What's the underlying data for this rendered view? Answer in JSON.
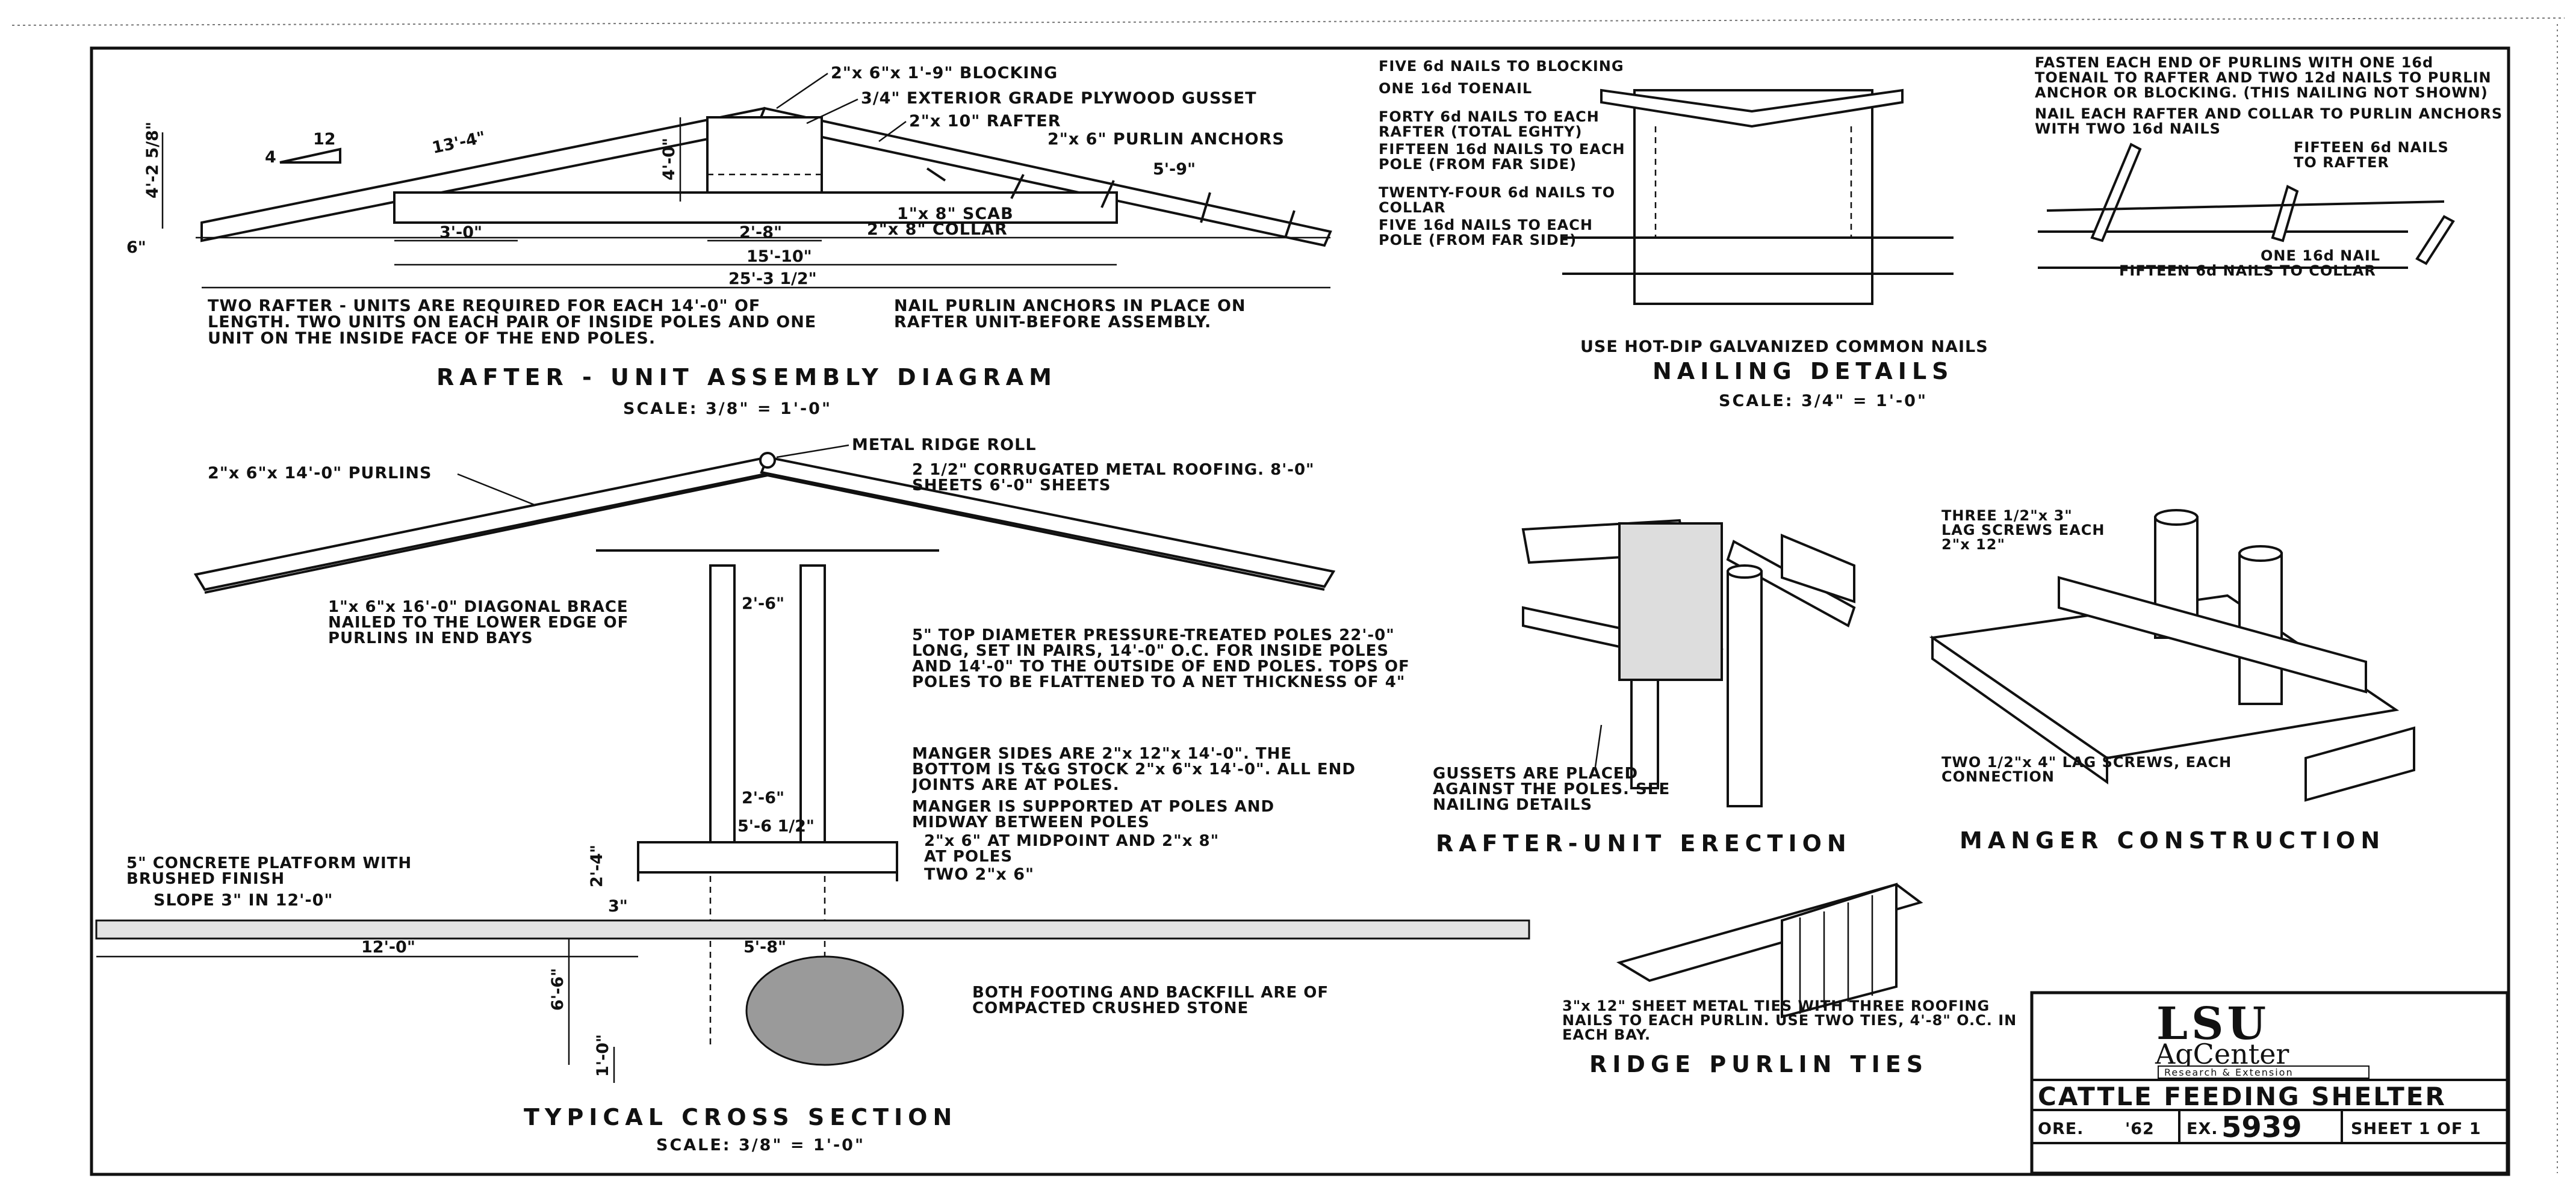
{
  "rafter_assembly": {
    "title": "RAFTER - UNIT ASSEMBLY DIAGRAM",
    "scale": "SCALE: 3/8\" = 1'-0\"",
    "callouts": {
      "blocking": "2\"x 6\"x 1'-9\" BLOCKING",
      "gusset": "3/4\" EXTERIOR GRADE PLYWOOD GUSSET",
      "rafter": "2\"x 10\" RAFTER",
      "purlin_anchors": "2\"x 6\" PURLIN ANCHORS",
      "scab": "1\"x 8\" SCAB",
      "collar": "2\"x 8\" COLLAR"
    },
    "pitch": [
      "4",
      "12"
    ],
    "dims": {
      "rise": "4'-2 5/8\"",
      "slope_len": "13'-4\"",
      "gusset_h": "4'-0\"",
      "gusset_w": "2'-8\"",
      "overhang": "5'-9\"",
      "collar_offset": "3'-0\"",
      "collar_len": "15'-10\"",
      "total": "25'-3 1/2\"",
      "eave": "6\""
    },
    "note_units": "TWO RAFTER - UNITS ARE REQUIRED FOR EACH 14'-0\" OF LENGTH. TWO UNITS ON EACH PAIR OF INSIDE POLES AND ONE UNIT ON THE INSIDE FACE OF THE END POLES.",
    "note_purlin": "NAIL PURLIN ANCHORS IN PLACE ON RAFTER UNIT-BEFORE ASSEMBLY."
  },
  "nailing": {
    "title": "NAILING DETAILS",
    "scale": "SCALE: 3/4\" = 1'-0\"",
    "galvanized_note": "USE HOT-DIP GALVANIZED COMMON NAILS",
    "left_notes": [
      "FIVE 6d NAILS TO BLOCKING",
      "ONE 16d TOENAIL",
      "FORTY 6d NAILS TO EACH RAFTER (TOTAL EGHTY)",
      "FIFTEEN 16d NAILS TO EACH POLE (FROM FAR SIDE)",
      "TWENTY-FOUR 6d NAILS TO COLLAR",
      "FIVE 16d NAILS TO EACH POLE (FROM FAR SIDE)"
    ],
    "right_notes": [
      "FASTEN EACH END OF PURLINS WITH ONE 16d TOENAIL TO RAFTER AND TWO 12d NAILS TO PURLIN ANCHOR OR BLOCKING. (THIS NAILING NOT SHOWN)",
      "NAIL EACH RAFTER AND COLLAR TO PURLIN ANCHORS WITH TWO 16d NAILS",
      "FIFTEEN 6d NAILS TO RAFTER",
      "ONE 16d NAIL",
      "FIFTEEN 6d NAILS TO COLLAR"
    ]
  },
  "cross_section": {
    "title": "TYPICAL CROSS SECTION",
    "scale": "SCALE: 3/8\" = 1'-0\"",
    "callouts": {
      "ridge": "METAL RIDGE ROLL",
      "purlins": "2\"x 6\"x 14'-0\" PURLINS",
      "roofing": "2 1/2\" CORRUGATED METAL ROOFING. 8'-0\" SHEETS 6'-0\" SHEETS",
      "brace": "1\"x 6\"x 16'-0\" DIAGONAL BRACE NAILED TO THE LOWER EDGE OF PURLINS IN END BAYS",
      "poles": "5\" TOP DIAMETER PRESSURE-TREATED POLES 22'-0\" LONG, SET IN PAIRS, 14'-0\" O.C. FOR INSIDE POLES AND 14'-0\" TO THE OUTSIDE OF END POLES. TOPS OF POLES TO BE FLATTENED TO A NET THICKNESS OF 4\"",
      "manger_sides": "MANGER SIDES ARE 2\"x 12\"x 14'-0\". THE BOTTOM IS T&G STOCK 2\"x 6\"x 14'-0\". ALL END JOINTS ARE AT POLES.",
      "manger_support": "MANGER IS SUPPORTED AT POLES AND MIDWAY BETWEEN POLES",
      "midpoint": "2\"x 6\" AT MIDPOINT AND 2\"x 8\" AT POLES",
      "two_2x6": "TWO 2\"x 6\"",
      "platform": "5\" CONCRETE PLATFORM WITH BRUSHED FINISH",
      "slope": "SLOPE 3\" IN 12'-0\"",
      "footing": "BOTH FOOTING AND BACKFILL ARE OF COMPACTED CRUSHED STONE"
    },
    "dims": {
      "pole_gap_top": "2'-6\"",
      "pole_gap_mid": "2'-6\"",
      "manger_w": "5'-6 1/2\"",
      "manger_h": "2'-4\"",
      "curb": "3\"",
      "platform_w": "12'-0\"",
      "footing_w": "5'-8\"",
      "depth": "6'-6\"",
      "footing_h": "1'-0\""
    }
  },
  "erection": {
    "title": "RAFTER-UNIT ERECTION",
    "note": "GUSSETS ARE PLACED AGAINST THE POLES. SEE NAILING DETAILS"
  },
  "manger": {
    "title": "MANGER CONSTRUCTION",
    "note_top": "THREE 1/2\"x 3\" LAG SCREWS EACH 2\"x 12\"",
    "note_bottom": "TWO 1/2\"x 4\" LAG SCREWS, EACH CONNECTION"
  },
  "ridge_ties": {
    "title": "RIDGE PURLIN TIES",
    "note": "3\"x 12\" SHEET METAL TIES WITH THREE ROOFING NAILS TO EACH PURLIN. USE TWO TIES, 4'-8\" O.C. IN EACH BAY."
  },
  "title_block": {
    "logo_main": "LSU",
    "logo_sub": "AgCenter",
    "logo_tag": "Research & Extension",
    "title": "CATTLE FEEDING SHELTER",
    "state": "ORE.",
    "year": "'62",
    "ex_label": "EX.",
    "ex_number": "5939",
    "sheet": "SHEET 1 OF 1"
  }
}
